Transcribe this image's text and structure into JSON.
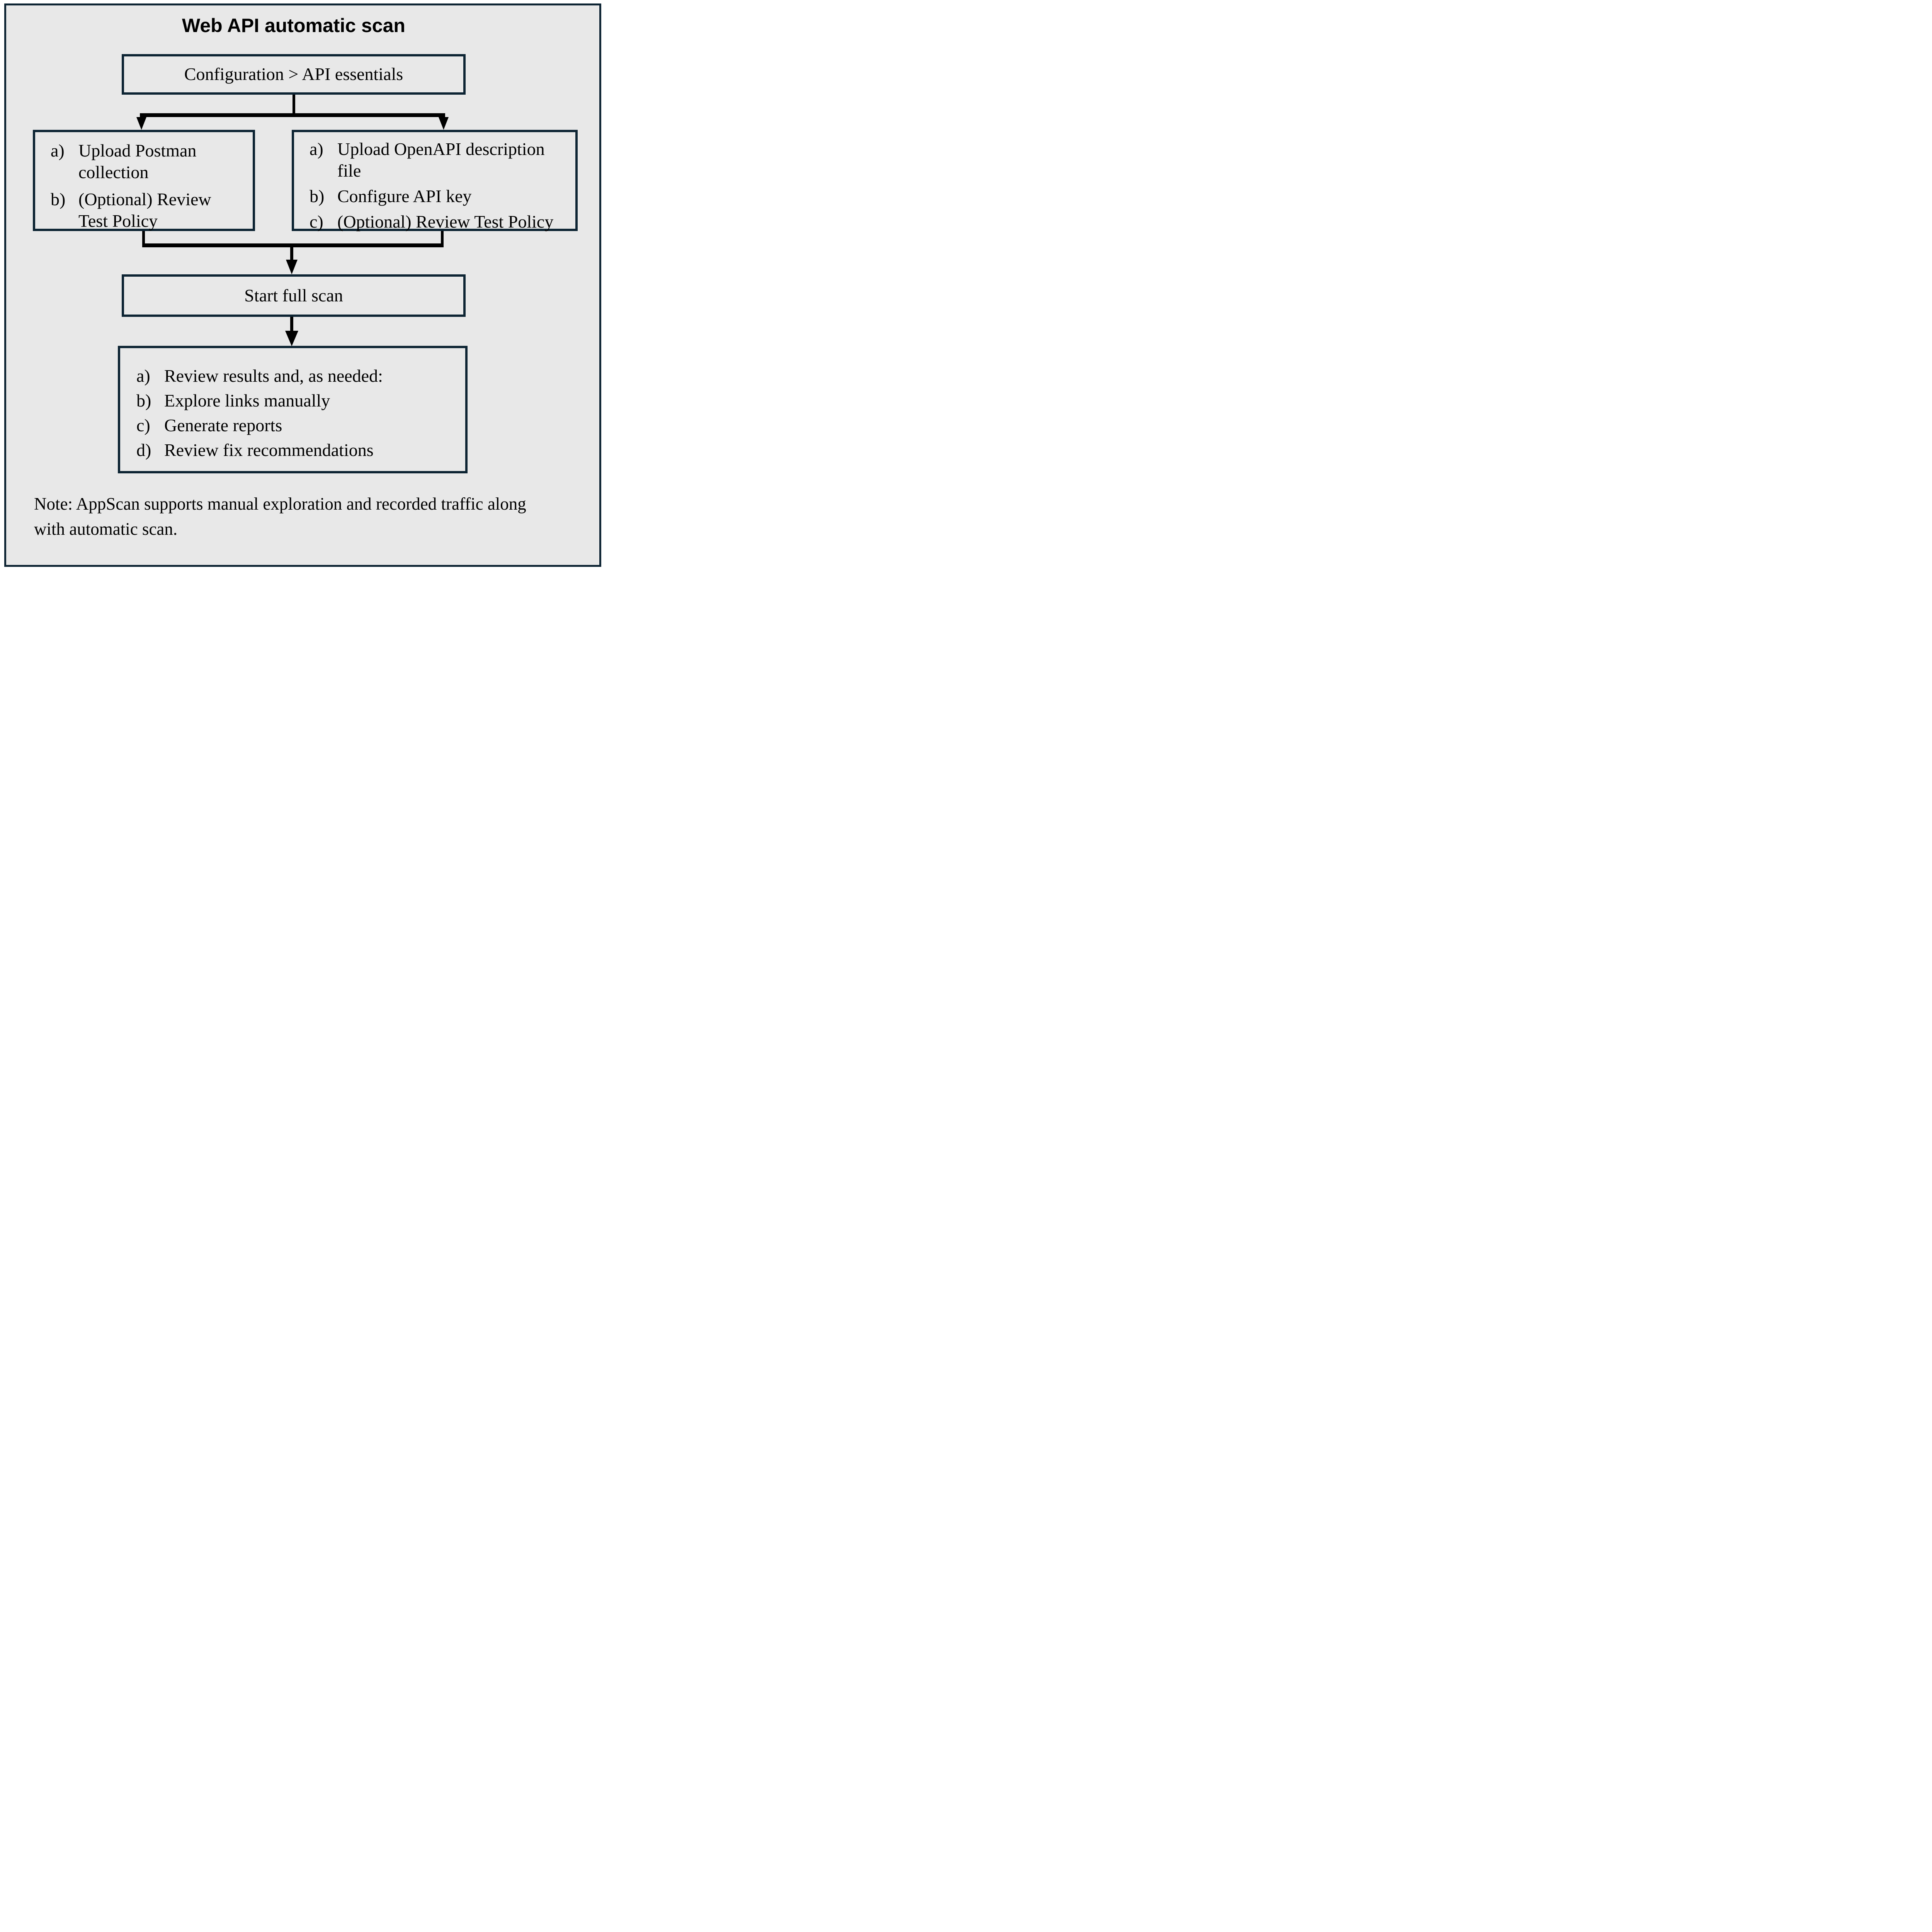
{
  "diagram": {
    "title": "Web API automatic scan",
    "colors": {
      "frame_border": "#0d2433",
      "canvas": "#e8e8e8",
      "connector": "#000000",
      "text": "#000000",
      "page_margin": "#ffffff"
    },
    "config_box": {
      "text": "Configuration > API essentials"
    },
    "left_box": {
      "items": [
        {
          "label": "a)",
          "text": "Upload Postman\ncollection"
        },
        {
          "label": "b)",
          "text": "(Optional) Review\nTest Policy"
        }
      ]
    },
    "right_box": {
      "items": [
        {
          "label": "a)",
          "text": "Upload OpenAPI description\nfile"
        },
        {
          "label": "b)",
          "text": "Configure API key"
        },
        {
          "label": "c)",
          "text": "(Optional) Review Test Policy"
        }
      ]
    },
    "scan_box": {
      "text": "Start full scan"
    },
    "results_box": {
      "items": [
        {
          "label": "a)",
          "text": "Review results and, as needed:"
        },
        {
          "label": "b)",
          "text": "Explore links manually"
        },
        {
          "label": "c)",
          "text": "Generate reports"
        },
        {
          "label": "d)",
          "text": "Review fix recommendations"
        }
      ]
    },
    "note": "Note: AppScan supports manual exploration and recorded traffic along\nwith automatic scan."
  }
}
